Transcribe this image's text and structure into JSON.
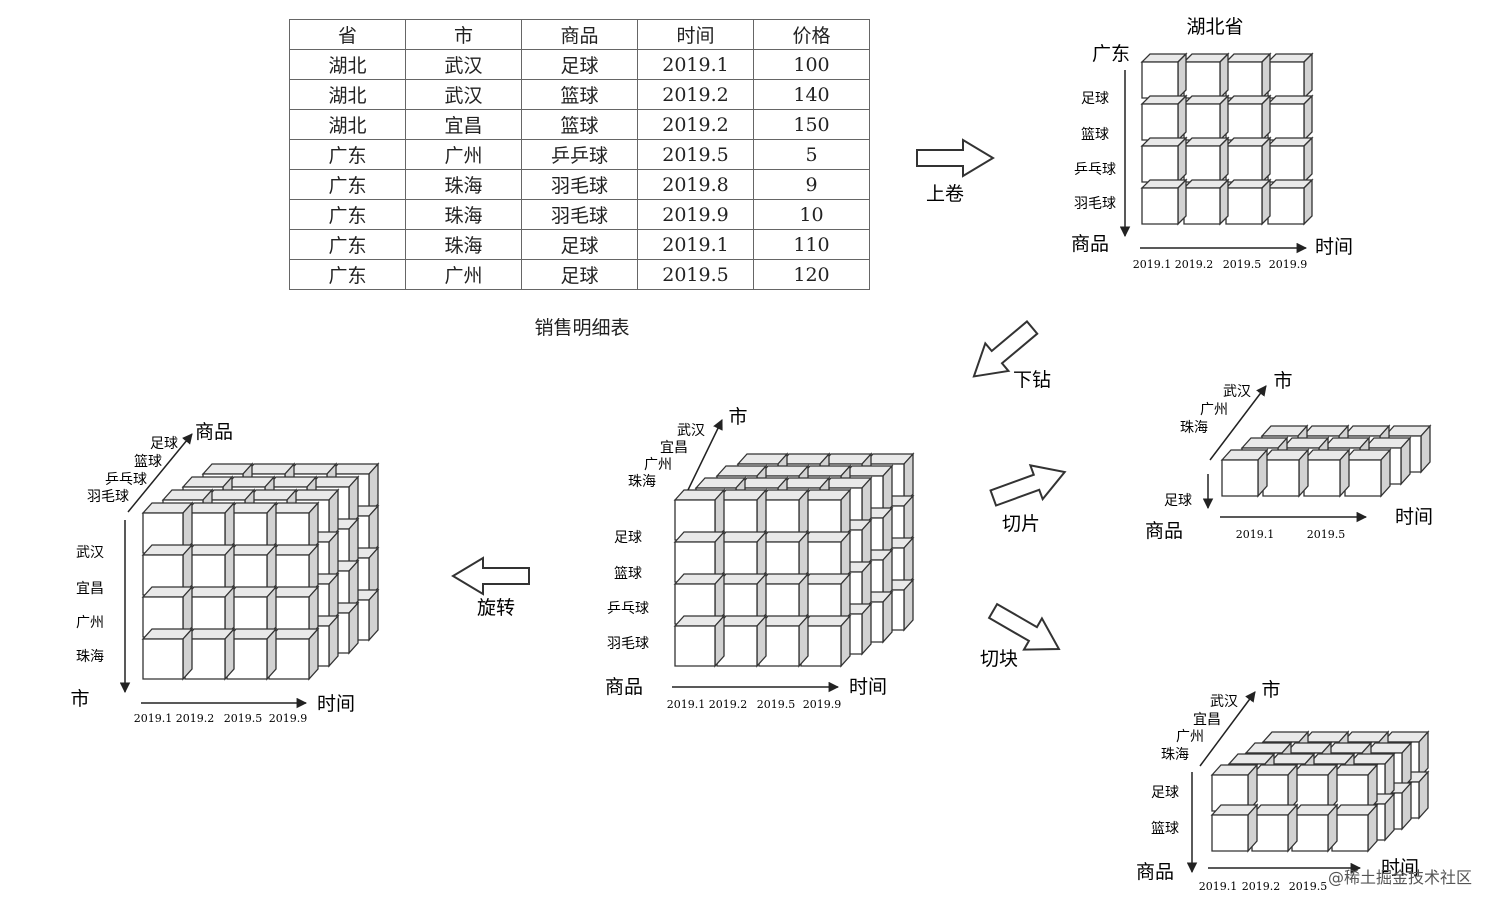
{
  "table": {
    "headers": [
      "省",
      "市",
      "商品",
      "时间",
      "价格"
    ],
    "rows": [
      [
        "湖北",
        "武汉",
        "足球",
        "2019.1",
        "100"
      ],
      [
        "湖北",
        "武汉",
        "篮球",
        "2019.2",
        "140"
      ],
      [
        "湖北",
        "宜昌",
        "篮球",
        "2019.2",
        "150"
      ],
      [
        "广东",
        "广州",
        "乒乒球",
        "2019.5",
        "5"
      ],
      [
        "广东",
        "珠海",
        "羽毛球",
        "2019.8",
        "9"
      ],
      [
        "广东",
        "珠海",
        "羽毛球",
        "2019.9",
        "10"
      ],
      [
        "广东",
        "珠海",
        "足球",
        "2019.1",
        "110"
      ],
      [
        "广东",
        "广州",
        "足球",
        "2019.5",
        "120"
      ]
    ],
    "caption": "销售明细表"
  },
  "operations": {
    "rollup": "上卷",
    "drilldown": "下钻",
    "slice": "切片",
    "dice": "切块",
    "rotate": "旋转"
  },
  "center_cube": {
    "city_axis": "市",
    "cities": [
      "武汉",
      "宜昌",
      "广州",
      "珠海"
    ],
    "goods_axis": "商品",
    "goods": [
      "足球",
      "篮球",
      "乒乓球",
      "羽毛球"
    ],
    "time_axis": "时间",
    "times": [
      "2019.1",
      "2019.2",
      "2019.5",
      "2019.9"
    ]
  },
  "rollup_cube": {
    "title": "湖北省",
    "top_label": "广东",
    "goods_axis": "商品",
    "goods": [
      "足球",
      "篮球",
      "乒乓球",
      "羽毛球"
    ],
    "time_axis": "时间",
    "times": [
      "2019.1",
      "2019.2",
      "2019.5",
      "2019.9"
    ]
  },
  "slice_cube": {
    "city_axis": "市",
    "cities": [
      "武汉",
      "广州",
      "珠海"
    ],
    "goods_axis": "商品",
    "goods": [
      "足球"
    ],
    "time_axis": "时间",
    "times": [
      "2019.1",
      "2019.5"
    ]
  },
  "dice_cube": {
    "city_axis": "市",
    "cities": [
      "武汉",
      "宜昌",
      "广州",
      "珠海"
    ],
    "goods_axis": "商品",
    "goods": [
      "足球",
      "篮球"
    ],
    "time_axis": "时间",
    "times": [
      "2019.1",
      "2019.2",
      "2019.5"
    ]
  },
  "rotate_cube": {
    "goods_axis": "商品",
    "goods": [
      "足球",
      "篮球",
      "乒乓球",
      "羽毛球"
    ],
    "city_axis": "市",
    "cities": [
      "武汉",
      "宜昌",
      "广州",
      "珠海"
    ],
    "time_axis": "时间",
    "times": [
      "2019.1",
      "2019.2",
      "2019.5",
      "2019.9"
    ]
  },
  "watermark": "@稀土掘金技术社区"
}
